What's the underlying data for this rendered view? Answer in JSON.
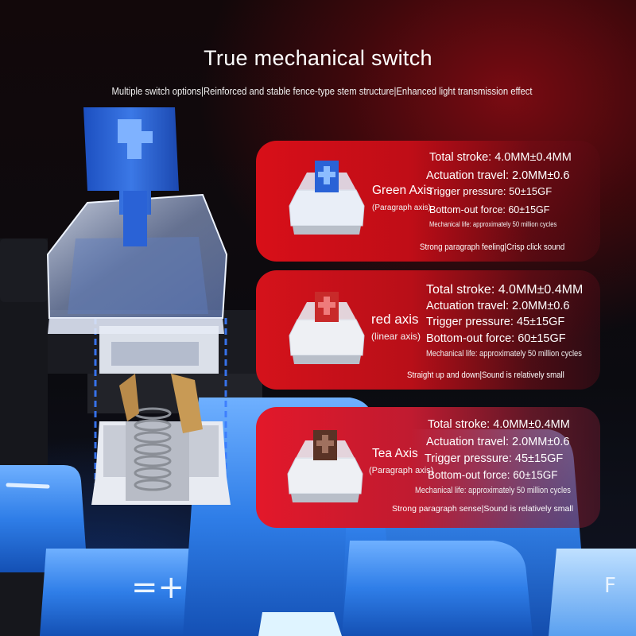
{
  "header": {
    "title": "True mechanical switch",
    "subtitle": "Multiple switch options|Reinforced and stable fence-type stem structure|Enhanced light transmission effect"
  },
  "colors": {
    "green_axis_stem": "#2a62d6",
    "red_axis_stem": "#c82a2a",
    "tea_axis_stem": "#5a3326",
    "panel_red": "#d80f18",
    "keycap_blue": "#2f7ee8"
  },
  "icons": [
    "exploded-switch-illustration",
    "blue-switch-icon",
    "red-switch-icon",
    "brown-switch-icon"
  ],
  "switches": [
    {
      "name": "Green Axis",
      "type": "(Paragraph axis)",
      "total_stroke": "Total stroke: 4.0MM±0.4MM",
      "actuation": "Actuation travel: 2.0MM±0.6",
      "trigger": "Trigger pressure: 50±15GF",
      "bottom_out": "Bottom-out force: 60±15GF",
      "life": "Mechanical life: approximately 50 million cycles",
      "feel": "Strong paragraph feeling|Crisp click sound"
    },
    {
      "name": "red axis",
      "type": "(linear axis)",
      "total_stroke": "Total stroke: 4.0MM±0.4MM",
      "actuation": "Actuation travel: 2.0MM±0.6",
      "trigger": "Trigger pressure: 45±15GF",
      "bottom_out": "Bottom-out force: 60±15GF",
      "life": "Mechanical life: approximately 50 million cycles",
      "feel": "Straight up and down|Sound is relatively small"
    },
    {
      "name": "Tea Axis",
      "type": "(Paragraph axis)",
      "total_stroke": "Total stroke: 4.0MM±0.4MM",
      "actuation": "Actuation travel: 2.0MM±0.6",
      "trigger": "Trigger pressure: 45±15GF",
      "bottom_out": "Bottom-out force: 60±15GF",
      "life": "Mechanical life: approximately 50 million cycles",
      "feel": "Strong paragraph sense|Sound is relatively small"
    }
  ]
}
